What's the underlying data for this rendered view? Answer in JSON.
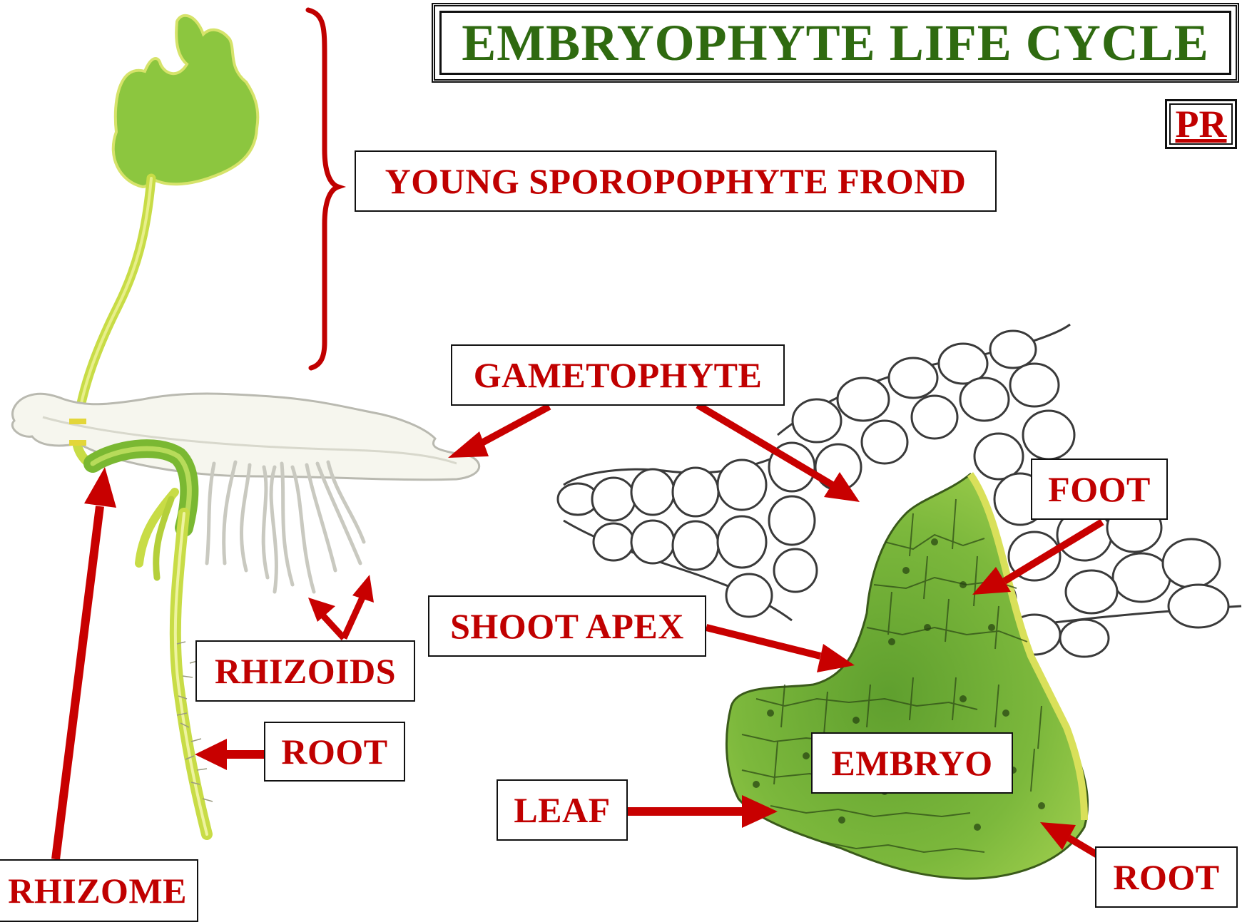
{
  "title": "EMBRYOPHYTE LIFE CYCLE",
  "author_badge": "PR",
  "labels": {
    "young_sporophyte_frond": "YOUNG SPOROPOPHYTE FROND",
    "gametophyte": "GAMETOPHYTE",
    "foot": "FOOT",
    "shoot_apex": "SHOOT APEX",
    "rhizoids": "RHIZOIDS",
    "root_left": "ROOT",
    "embryo": "EMBRYO",
    "leaf": "LEAF",
    "root_right": "ROOT",
    "rhizome": "RHIZOME"
  },
  "colors": {
    "label_text": "#c00000",
    "arrow": "#c80000",
    "title_text": "#2f6a10",
    "leaf_green": "#8cc63f",
    "dark_green": "#5e9a2a",
    "stalk_yellow": "#c8dc46",
    "cell_outline": "#3a3a3a"
  }
}
